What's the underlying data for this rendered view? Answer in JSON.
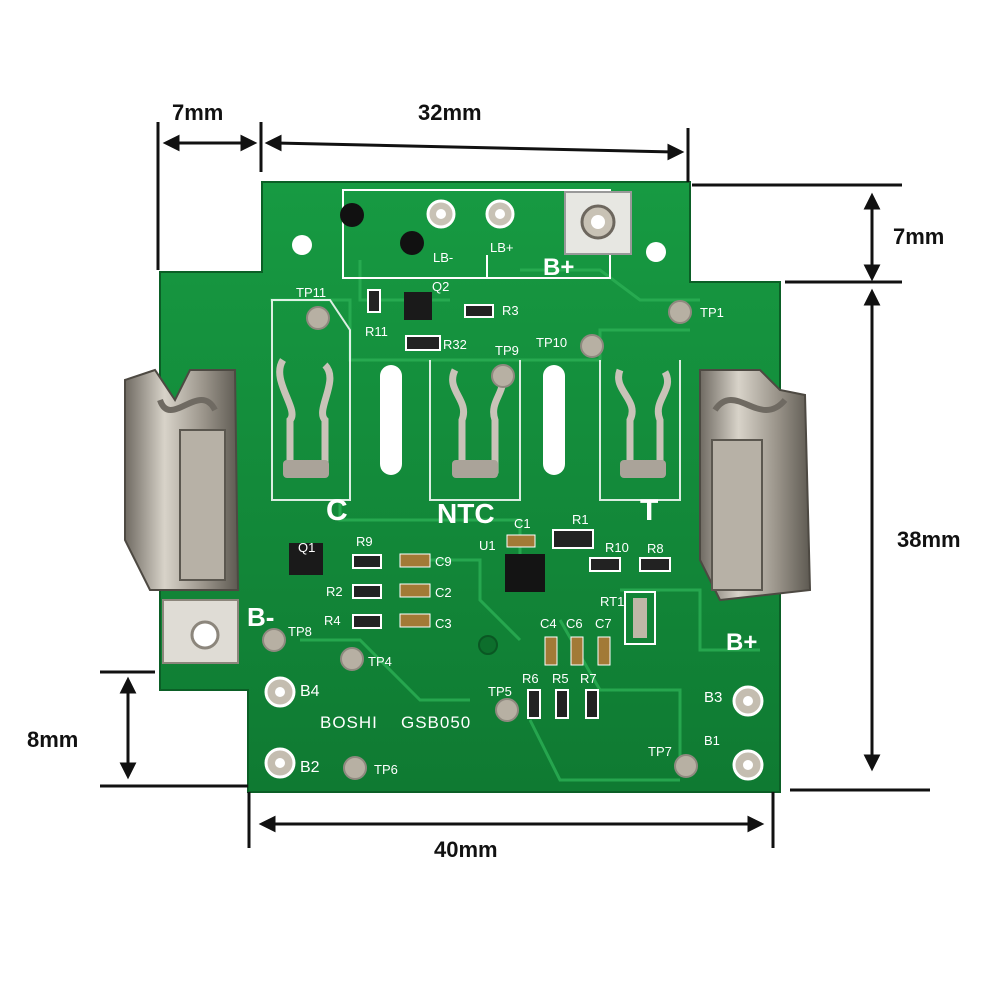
{
  "dimensions": {
    "top_left_width": "7mm",
    "top_width": "32mm",
    "right_top_height": "7mm",
    "right_height": "38mm",
    "bottom_left_height": "8mm",
    "bottom_width": "40mm"
  },
  "pcb": {
    "terminals": {
      "c": "C",
      "ntc": "NTC",
      "t": "T",
      "b_minus": "B-",
      "b_plus_bottom": "B+",
      "b_plus_top": "B+",
      "lb_minus": "LB-",
      "lb_plus": "LB+"
    },
    "test_points": {
      "tp1": "TP1",
      "tp4": "TP4",
      "tp5": "TP5",
      "tp6": "TP6",
      "tp7": "TP7",
      "tp8": "TP8",
      "tp9": "TP9",
      "tp10": "TP10",
      "tp11": "TP11"
    },
    "pads": {
      "b1": "B1",
      "b2": "B2",
      "b3": "B3",
      "b4": "B4"
    },
    "components": {
      "q1": "Q1",
      "q2": "Q2",
      "u1": "U1",
      "r1": "R1",
      "r2": "R2",
      "r3": "R3",
      "r4": "R4",
      "r5": "R5",
      "r6": "R6",
      "r7": "R7",
      "r8": "R8",
      "r9": "R9",
      "r10": "R10",
      "r11": "R11",
      "r32": "R32",
      "c1": "C1",
      "c2": "C2",
      "c3": "C3",
      "c4": "C4",
      "c6": "C6",
      "c7": "C7",
      "c9": "C9",
      "rt1": "RT1"
    },
    "brand": "BOSHI",
    "model": "GSB050",
    "colors": {
      "board": "#13883a",
      "silkscreen": "#ffffff",
      "metal": "#b9b3a8"
    }
  }
}
